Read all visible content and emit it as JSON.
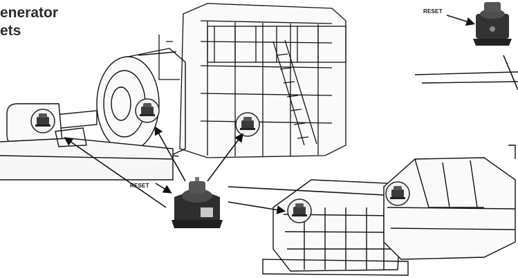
{
  "title": {
    "line1": "enerator",
    "line2": "ets"
  },
  "labels": {
    "reset_top": "RESET",
    "reset_main": "RESET"
  },
  "icons": {
    "engine": "diesel-engine-illustration",
    "generator": "generator-illustration",
    "motor": "motor-illustration",
    "compressor": "compressor-illustration",
    "gearbox": "gearbox-illustration",
    "sensor": "vibration-switch-icon"
  },
  "colors": {
    "line": "#111111",
    "sensor_dark": "#2a2a2a",
    "sensor_face": "#c9c9c9",
    "badge_bg": "#f2f2f2"
  }
}
